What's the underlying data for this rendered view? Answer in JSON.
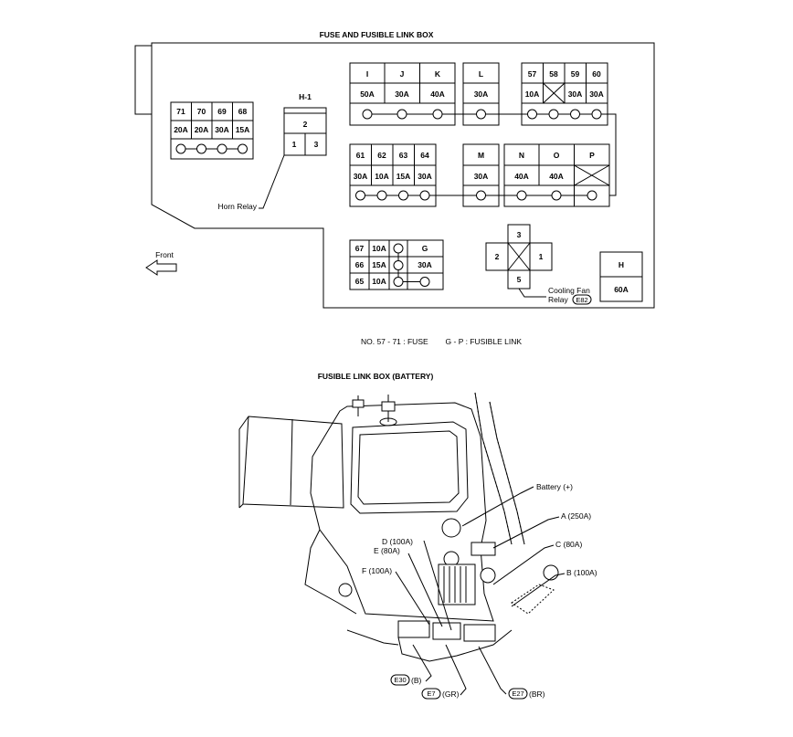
{
  "top": {
    "title": "FUSE AND FUSIBLE LINK BOX",
    "block_71_68": {
      "labels": [
        "71",
        "70",
        "69",
        "68"
      ],
      "values": [
        "20A",
        "20A",
        "30A",
        "15A"
      ]
    },
    "h1": {
      "label": "H-1",
      "top": "2",
      "left": "1",
      "right": "3",
      "callout": "Horn Relay"
    },
    "block_ijk": {
      "labels": [
        "I",
        "J",
        "K"
      ],
      "values": [
        "50A",
        "30A",
        "40A"
      ]
    },
    "block_l": {
      "label": "L",
      "value": "30A"
    },
    "block_57_60": {
      "labels": [
        "57",
        "58",
        "59",
        "60"
      ],
      "values": [
        "10A",
        "",
        "30A",
        "30A"
      ]
    },
    "block_61_64": {
      "labels": [
        "61",
        "62",
        "63",
        "64"
      ],
      "values": [
        "30A",
        "10A",
        "15A",
        "30A"
      ]
    },
    "block_m": {
      "label": "M",
      "value": "30A"
    },
    "block_nop": {
      "labels": [
        "N",
        "O",
        "P"
      ],
      "values": [
        "40A",
        "40A",
        ""
      ]
    },
    "block_67_65": {
      "rows": [
        {
          "label": "67",
          "value": "10A"
        },
        {
          "label": "66",
          "value": "15A"
        },
        {
          "label": "65",
          "value": "10A"
        }
      ],
      "g_label": "G",
      "g_value": "30A"
    },
    "cooling_relay": {
      "pins": [
        "3",
        "2",
        "1",
        "5"
      ],
      "callout_line1": "Cooling Fan",
      "callout_line2": "Relay",
      "connector": "E82"
    },
    "block_h": {
      "label": "H",
      "value": "60A"
    },
    "front_label": "Front",
    "legend": "NO. 57 - 71 : FUSE        G - P : FUSIBLE LINK"
  },
  "bottom": {
    "title": "FUSIBLE LINK BOX (BATTERY)",
    "callouts": {
      "battery": "Battery (+)",
      "a": "A (250A)",
      "c": "C (80A)",
      "b": "B (100A)",
      "d": "D (100A)",
      "e": "E (80A)",
      "f": "F (100A)"
    },
    "connectors": [
      {
        "id": "E30",
        "color": "(B)"
      },
      {
        "id": "E7",
        "color": "(GR)"
      },
      {
        "id": "E27",
        "color": "(BR)"
      }
    ]
  }
}
